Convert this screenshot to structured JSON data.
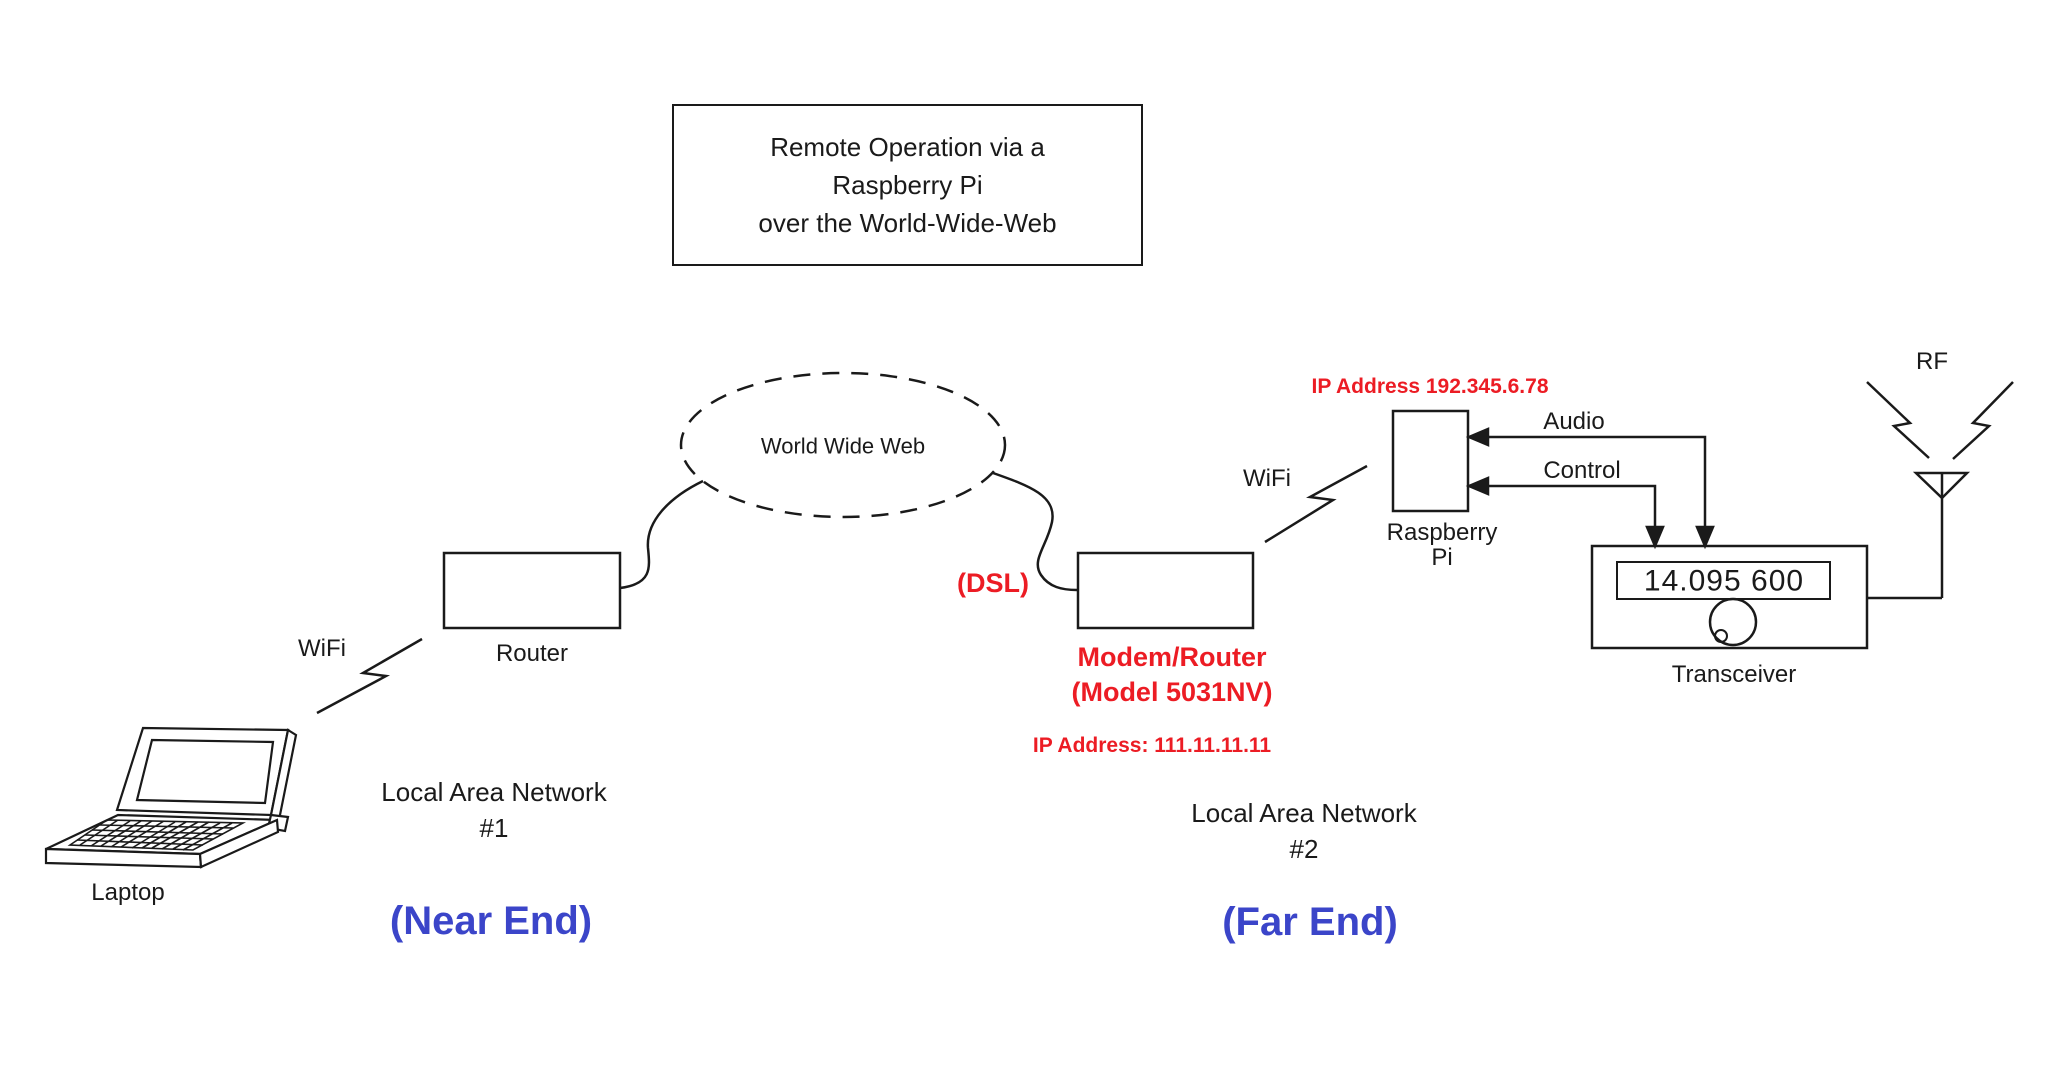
{
  "colors": {
    "ink": "#1a1a1a",
    "red": "#ec1c24",
    "blue": "#3b45c9",
    "background": "#ffffff"
  },
  "title_box": {
    "text": "Remote Operation via a\nRaspberry Pi\nover the World-Wide-Web"
  },
  "cloud": {
    "label": "World Wide Web"
  },
  "near_end": {
    "laptop_label": "Laptop",
    "wifi_label": "WiFi",
    "router_label": "Router",
    "lan_caption": "Local Area Network\n#1",
    "end_caption": "(Near End)"
  },
  "far_end": {
    "dsl_label": "(DSL)",
    "modem_caption": "Modem/Router\n(Model 5031NV)",
    "modem_ip": "IP Address: 111.11.11.11",
    "wifi_label": "WiFi",
    "pi_ip": "IP Address 192.345.6.78",
    "pi_caption": "Raspberry\nPi",
    "audio_label": "Audio",
    "control_label": "Control",
    "frequency_display": "14.095 600",
    "transceiver_label": "Transceiver",
    "rf_label": "RF",
    "lan_caption": "Local Area Network\n#2",
    "end_caption": "(Far End)"
  },
  "icons": {
    "laptop-icon": "3d-line-drawing",
    "www-cloud-icon": "dashed-ellipse",
    "wifi-link-icon": "zigzag-lightning-line",
    "antenna-icon": "triangle-on-mast",
    "rf-wave-icon": "lightning-bolt-arrow",
    "tuning-knob-icon": "circle-with-dot"
  }
}
